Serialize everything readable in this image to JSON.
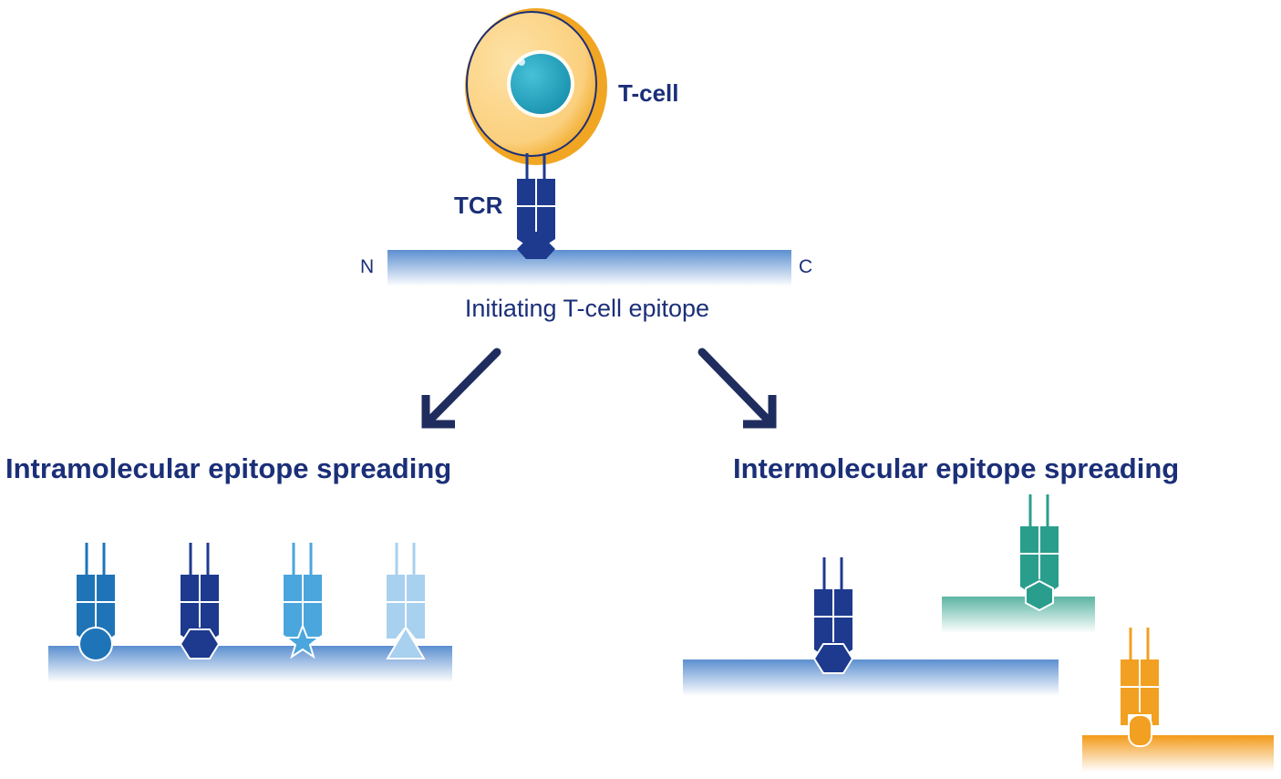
{
  "labels": {
    "tcell": "T-cell",
    "tcr": "TCR",
    "n_terminus": "N",
    "c_terminus": "C",
    "initiating_epitope": "Initiating T-cell epitope",
    "intramolecular": "Intramolecular epitope spreading",
    "intermolecular": "Intermolecular epitope spreading"
  },
  "colors": {
    "text_navy": "#1b2f78",
    "arrow": "#1f2d5e",
    "cell_body": "#fbd48a",
    "cell_edge": "#f0a623",
    "nucleus": "#27a7c2",
    "protein_blue": "#5b8fd0",
    "tcr_navy": "#1d3a8e",
    "tcr_mid": "#1f74b8",
    "tcr_light": "#4aa6dc",
    "tcr_pale": "#a8d0ef",
    "teal": "#2a9e8d",
    "teal_bar": "#5bb5a3",
    "orange": "#f2a021",
    "orange_bar": "#f39a18"
  },
  "intramolecular_epitope_shapes": [
    "circle-icon",
    "hexagon-icon",
    "star-icon",
    "triangle-icon"
  ],
  "intermolecular_epitope_shapes": [
    "hexagon-icon",
    "hexagon-icon",
    "rounded-rect-icon"
  ]
}
